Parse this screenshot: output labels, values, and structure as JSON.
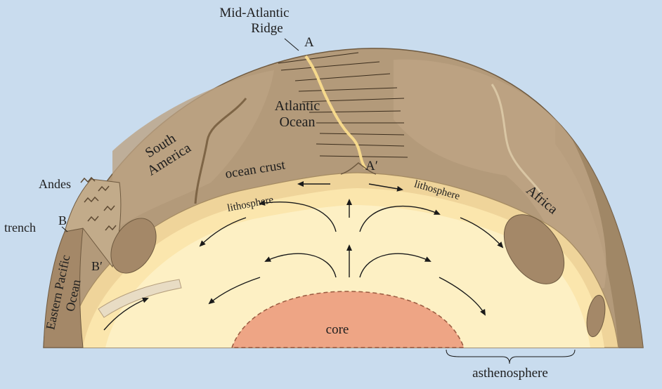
{
  "labels": {
    "ridge_line1": "Mid-Atlantic",
    "ridge_line2": "Ridge",
    "point_a": "A",
    "point_a_prime": "A′",
    "point_b": "B",
    "point_b_prime": "B′",
    "atlantic_line1": "Atlantic",
    "atlantic_line2": "Ocean",
    "south_america_line1": "South",
    "south_america_line2": "America",
    "africa": "Africa",
    "ocean_crust": "ocean crust",
    "lithosphere_left": "lithosphere",
    "lithosphere_right": "lithosphere",
    "andes": "Andes",
    "trench": "trench",
    "eastern_pacific_line1": "Eastern Pacific",
    "eastern_pacific_line2": "Ocean",
    "core": "core",
    "asthenosphere": "asthenosphere"
  },
  "colors": {
    "background": "#c9dcee",
    "crust_land": "#b39a7a",
    "crust_land_dark": "#8e7656",
    "ocean_floor": "#a48868",
    "lithosphere": "#efd49a",
    "asthenosphere": "#fbe6ad",
    "asthenosphere_inner": "#fdf0c4",
    "core": "#eea585",
    "ridge_stripe": "#f6d98c",
    "arrow": "#1a1a1a"
  }
}
